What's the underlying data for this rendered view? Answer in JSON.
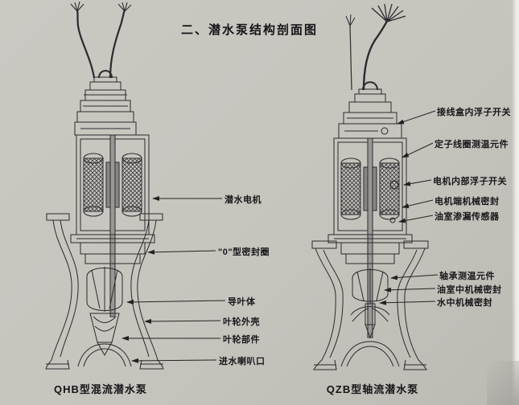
{
  "page": {
    "title": "二、潜水泵结构剖面图"
  },
  "pumps": {
    "left": {
      "caption": "QHB型混流潜水泵",
      "callouts": [
        "潜水电机",
        "\"0\"型密封圈",
        "导叶体",
        "叶轮外壳",
        "叶轮部件",
        "进水喇叭口"
      ]
    },
    "right": {
      "caption": "QZB型轴流潜水泵",
      "callouts": [
        "接线盒内浮子开关",
        "定子线圈测温元件",
        "电机内部浮子开关",
        "电机端机械密封",
        "油室渗漏传感器",
        "轴承测温元件",
        "油室中机械密封",
        "水中机械密封"
      ]
    }
  },
  "colors": {
    "paper": "#c7c4be",
    "ink": "#2b2b2e"
  }
}
